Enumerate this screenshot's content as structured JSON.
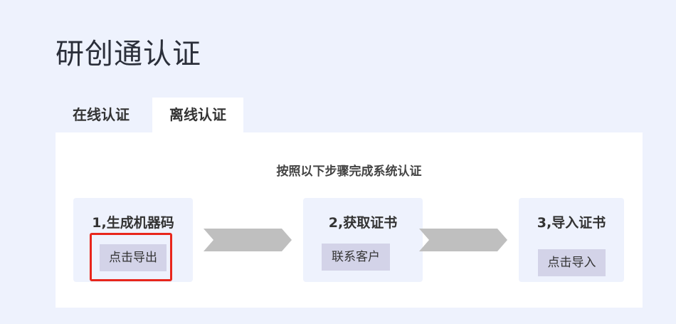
{
  "page": {
    "title": "研创通认证"
  },
  "tabs": [
    {
      "label": "在线认证",
      "active": false
    },
    {
      "label": "离线认证",
      "active": true
    }
  ],
  "panel": {
    "instruction": "按照以下步骤完成系统认证",
    "steps": [
      {
        "title": "1,生成机器码",
        "button": "点击导出",
        "highlighted": true
      },
      {
        "title": "2,获取证书",
        "button": "联系客户"
      },
      {
        "title": "3,导入证书",
        "button": "点击导入"
      }
    ]
  },
  "colors": {
    "background": "#eef2fd",
    "card": "#eef2fd",
    "button": "#d3d3e8",
    "arrow": "#bfbfbf",
    "highlight": "#e8261c"
  }
}
